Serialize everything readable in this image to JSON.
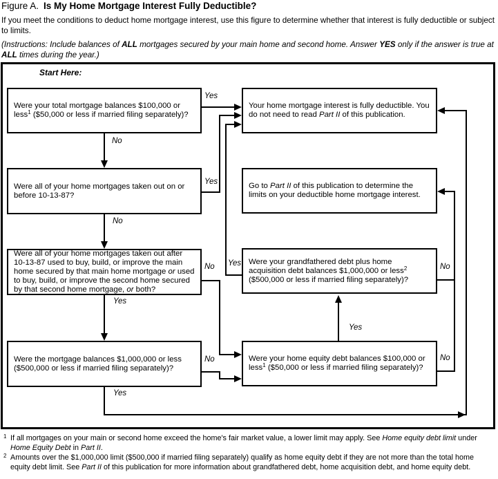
{
  "header": {
    "figure_label": "Figure A.",
    "title": "Is My Home Mortgage Interest Fully Deductible?",
    "intro": "If you meet the conditions to deduct home mortgage interest, use this figure to determine whether that interest is fully deductible or subject to limits.",
    "instructions": {
      "s0": "(Instructions: Include balances of ",
      "all1": "ALL",
      "s1": " mortgages secured by your main home and second home. Answer ",
      "yes1": "YES",
      "s2": " only if the answer is true at ",
      "all2": "ALL",
      "s3": " times during the year.)"
    }
  },
  "flowchart": {
    "start_here": "Start Here:",
    "labels": {
      "yes": "Yes",
      "no": "No"
    },
    "boxes": {
      "q1": {
        "s0": "Were your total mortgage balances $100,000 or less",
        "sup": "1",
        "s1": " ($50,000 or less if married filing separately)?"
      },
      "q2": {
        "s0": "Were all of your home mortgages taken out on or before 10-13-87?"
      },
      "q3": {
        "s0": "Were all of your home mortgages taken out after 10-13-87 used to buy, build, or improve the main home secured by that main home mortgage ",
        "it0": "or",
        "s1": " used to buy, build, or improve the second home secured by that second home mortgage, ",
        "it1": "or",
        "s2": " both?"
      },
      "q4": {
        "s0": "Were the mortgage balances $1,000,000 or less ($500,000 or less if married filing separately)?"
      },
      "a1": {
        "s0": "Your home mortgage interest is fully deductible. You do not need to read ",
        "it0": "Part II",
        "s1": " of this publication."
      },
      "a2": {
        "s0": "Go to ",
        "it0": "Part II",
        "s1": " of this publication to determine the limits on your deductible home mortgage interest."
      },
      "q5": {
        "s0": "Were your grandfathered debt plus home acquisition debt balances $1,000,000 or less",
        "sup": "2",
        "s1": " ($500,000 or less if married filing separately)?"
      },
      "q6": {
        "s0": "Were your home equity debt balances $100,000 or less",
        "sup": "1",
        "s1": " ($50,000 or less if married filing separately)?"
      }
    }
  },
  "footnotes": {
    "fn1": {
      "marker": "1",
      "s0": "If all mortgages on your main or second home exceed the home's fair market value, a lower limit may apply. See ",
      "it0": "Home equity debt limit",
      "s1": " under ",
      "it1": "Home Equity Debt",
      "s2": " in ",
      "it2": "Part II",
      "s3": "."
    },
    "fn2": {
      "marker": "2",
      "s0": "Amounts over the $1,000,000 limit ($500,000 if married filing separately) qualify as home equity debt if they are not more than the total home equity debt limit. See ",
      "it0": "Part II",
      "s1": " of this publication for more information about grandfathered debt, home acquisition debt, and home equity debt."
    }
  }
}
